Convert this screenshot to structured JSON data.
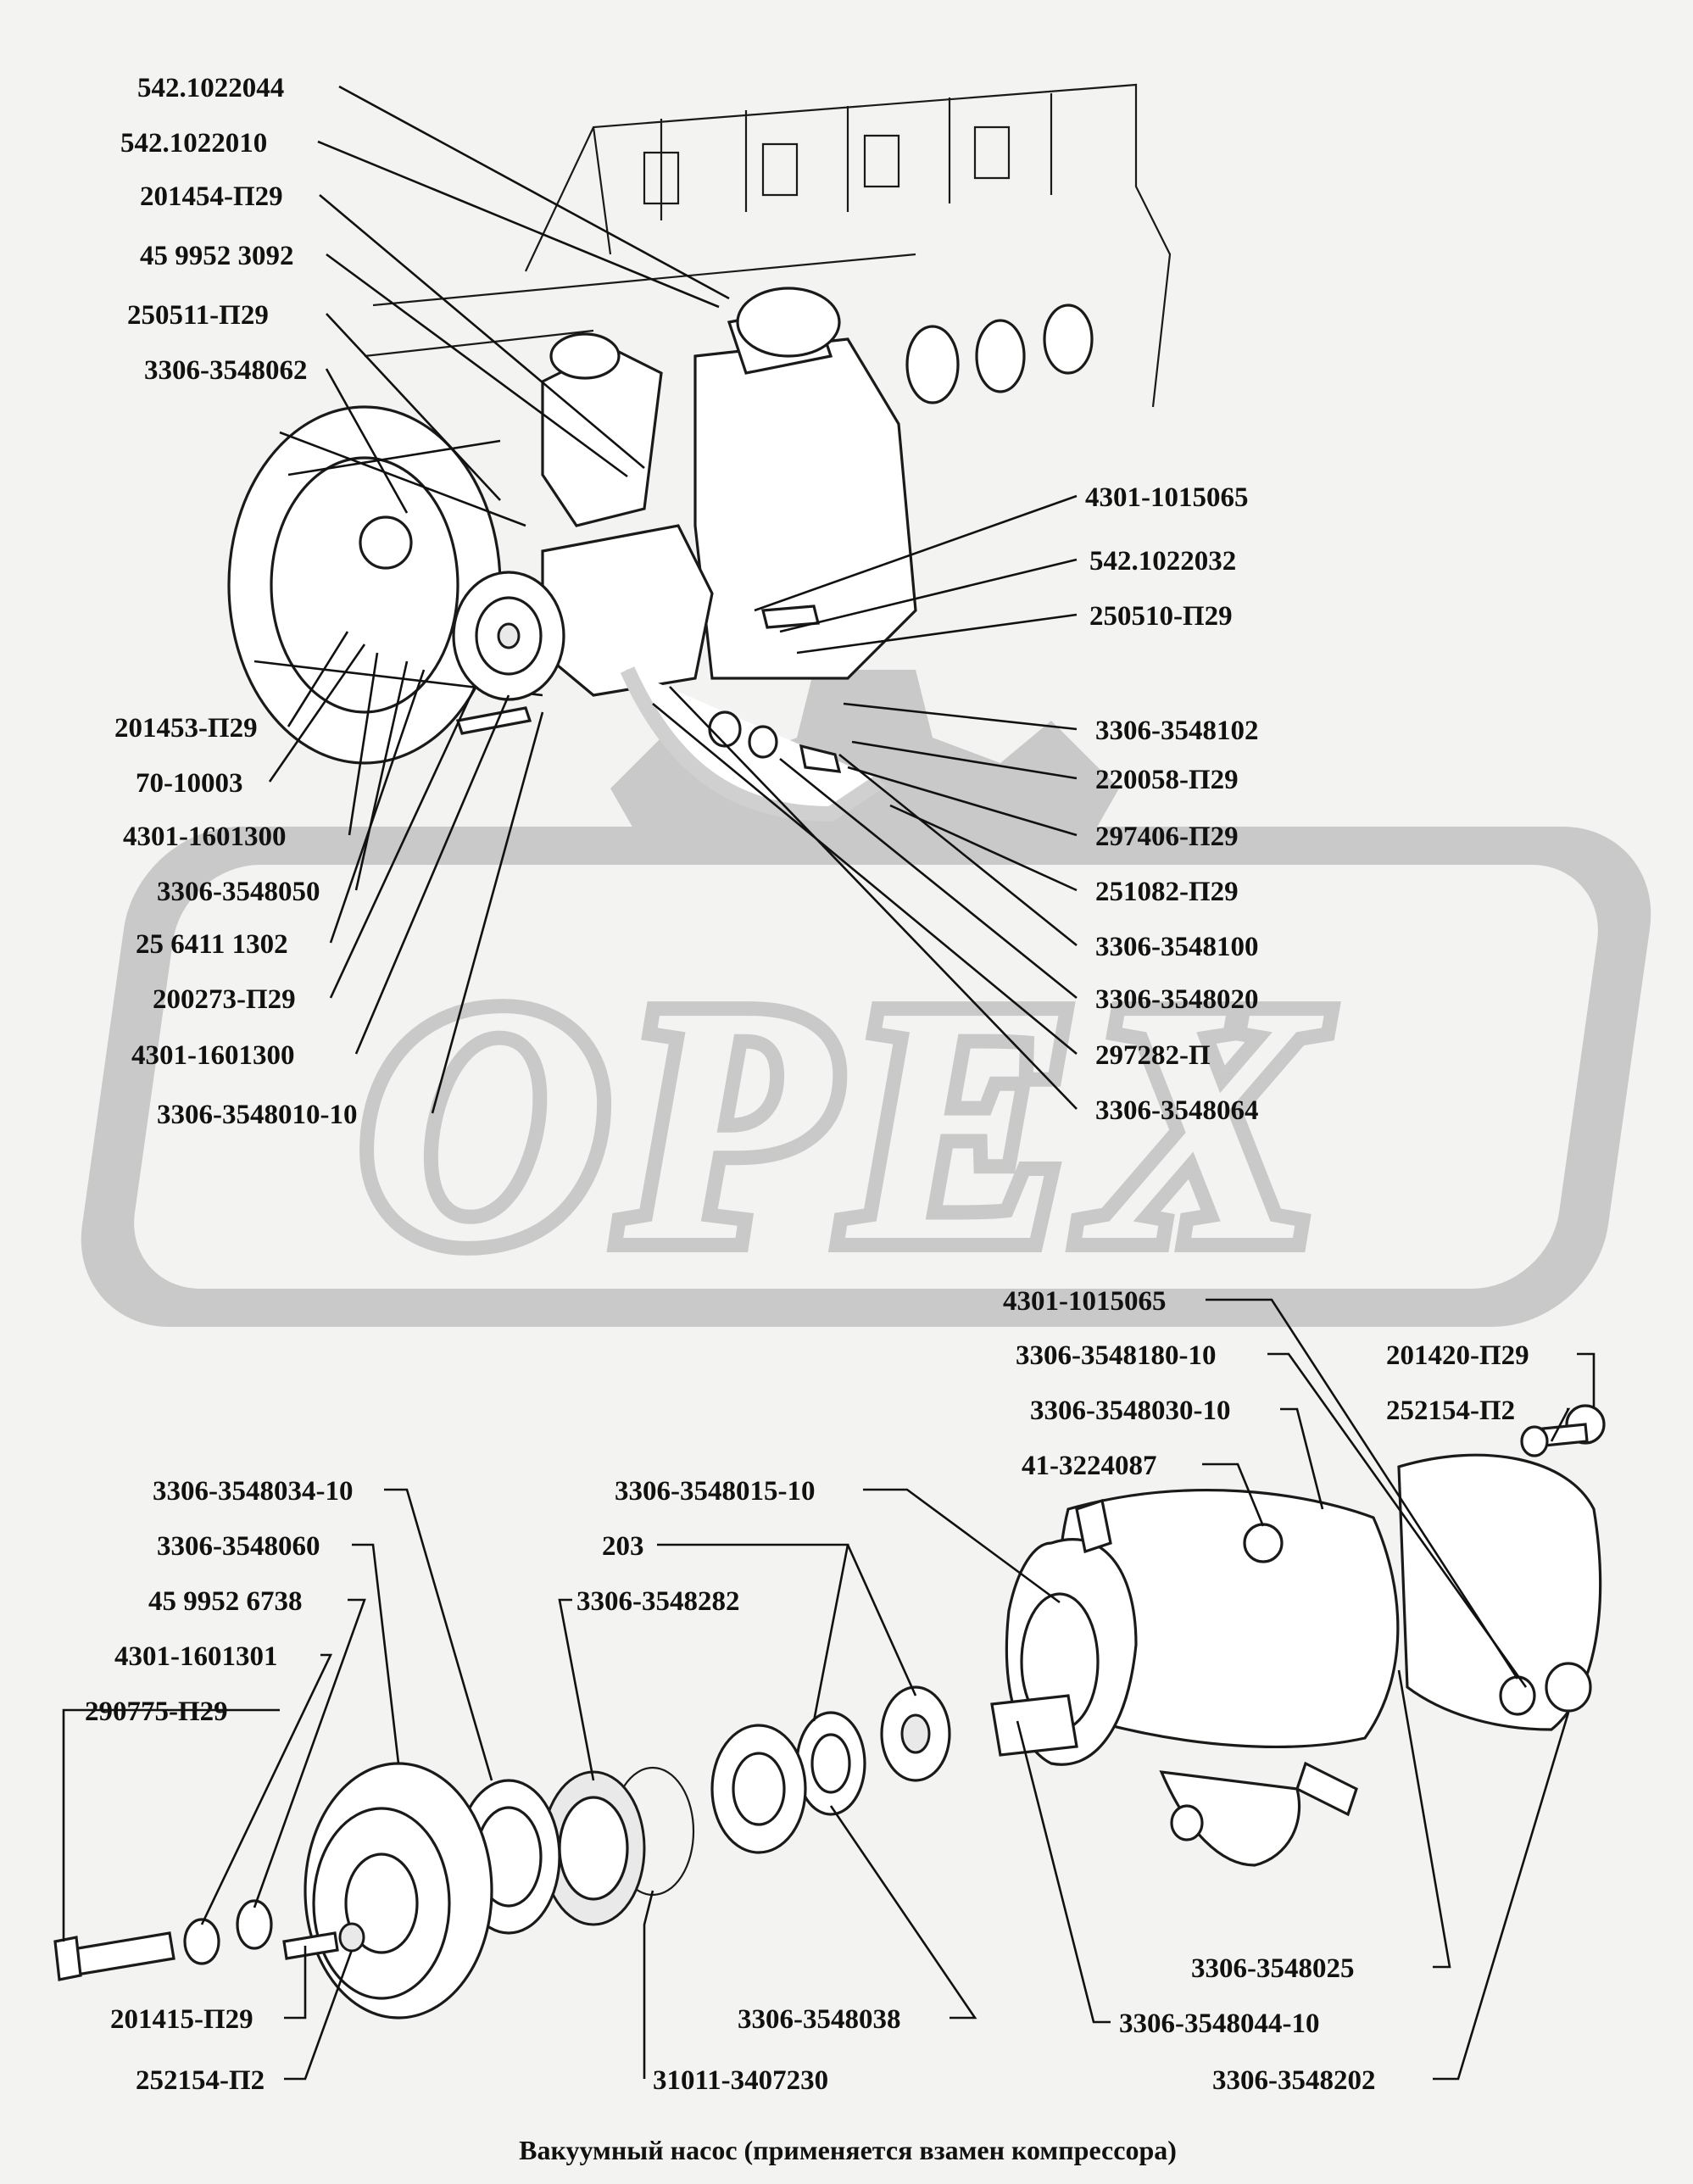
{
  "watermark": {
    "text": "OPEX",
    "fill": "#c9c9c9"
  },
  "caption": "Вакуумный насос (применяется взамен  компрессора)",
  "labels": {
    "l01": "542.1022044",
    "l02": "542.1022010",
    "l03": "201454-П29",
    "l04": "45 9952 3092",
    "l05": "250511-П29",
    "l06": "3306-3548062",
    "l07": "4301-1015065",
    "l08": "542.1022032",
    "l09": "250510-П29",
    "l10": "201453-П29",
    "l11": "70-10003",
    "l12": "4301-1601300",
    "l13": "3306-3548050",
    "l14": "25 6411 1302",
    "l15": "200273-П29",
    "l16": "4301-1601300",
    "l17": "3306-3548010-10",
    "l18": "3306-3548102",
    "l19": "220058-П29",
    "l20": "297406-П29",
    "l21": "251082-П29",
    "l22": "3306-3548100",
    "l23": "3306-3548020",
    "l24": "297282-П",
    "l25": "3306-3548064",
    "l26": "4301-1015065",
    "l27": "3306-3548180-10",
    "l28": "201420-П29",
    "l29": "3306-3548030-10",
    "l30": "252154-П2",
    "l31": "41-3224087",
    "l32": "3306-3548015-10",
    "l33": "3306-3548034-10",
    "l34": "203",
    "l35": "3306-3548060",
    "l36": "3306-3548282",
    "l37": "45 9952 6738",
    "l38": "4301-1601301",
    "l39": "290775-П29",
    "l40": "3306-3548025",
    "l41": "201415-П29",
    "l42": "3306-3548038",
    "l43": "3306-3548044-10",
    "l44": "252154-П2",
    "l45": "31011-3407230",
    "l46": "3306-3548202"
  }
}
